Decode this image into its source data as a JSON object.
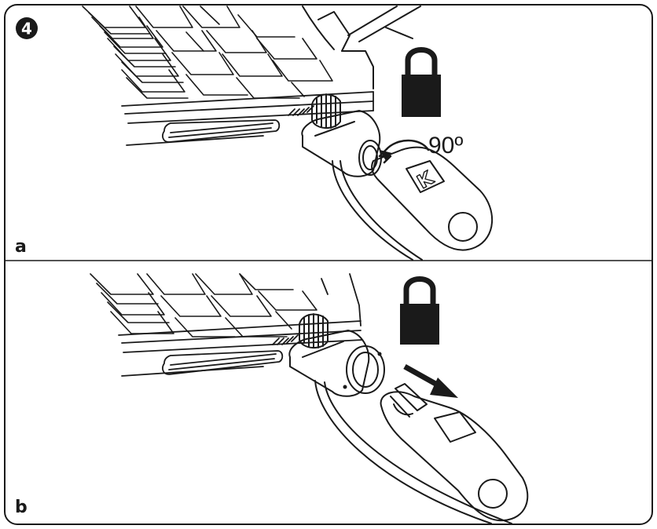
{
  "step": {
    "number": "4",
    "badge_color": "#1a1a1a"
  },
  "panels": [
    {
      "label": "a",
      "lock_state": "locked",
      "action": "rotate-key",
      "angle_label": "90º"
    },
    {
      "label": "b",
      "lock_state": "locked",
      "action": "remove-key"
    }
  ],
  "key": {
    "logo_text": "K"
  },
  "colors": {
    "stroke": "#1a1a1a",
    "lock_body": "#1a1a1a",
    "background": "#ffffff"
  }
}
